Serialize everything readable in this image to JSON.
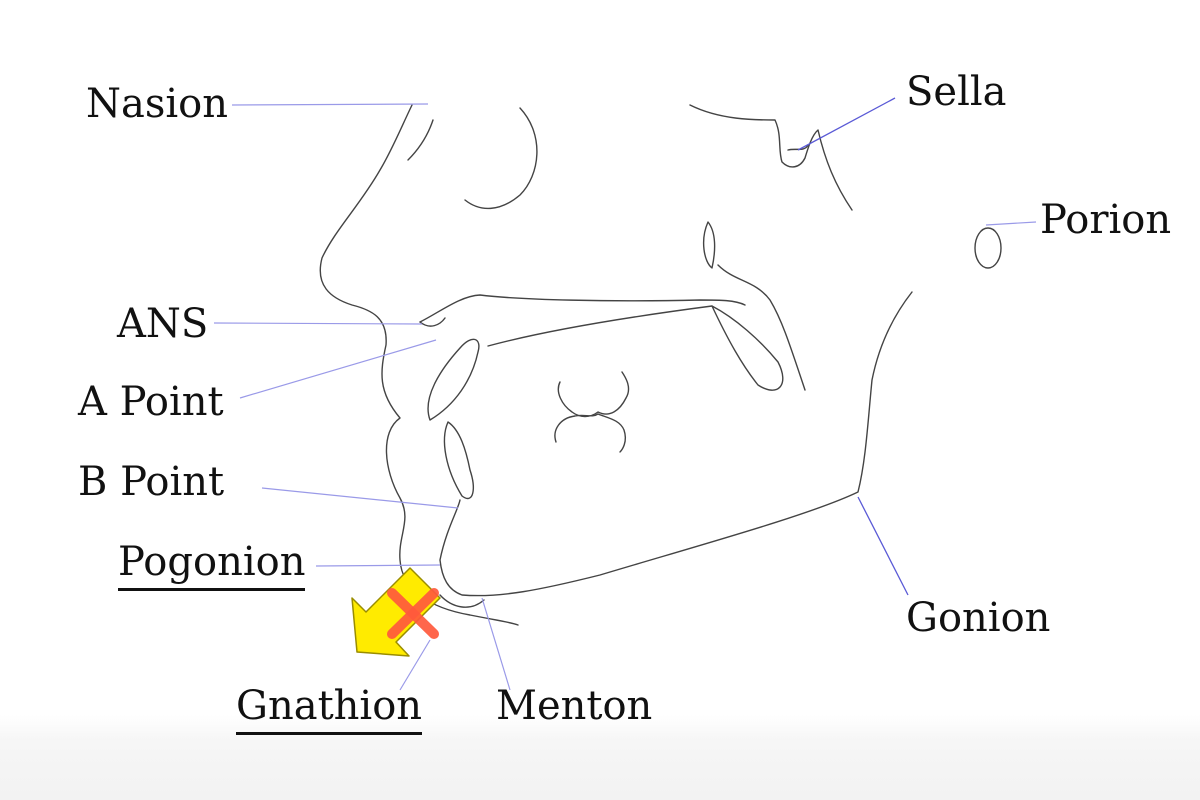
{
  "labels": {
    "nasion": "Nasion",
    "sella": "Sella",
    "porion": "Porion",
    "ans": "ANS",
    "a_point": "A Point",
    "b_point": "B Point",
    "pogonion": "Pogonion",
    "gonion": "Gonion",
    "gnathion": "Gnathion",
    "menton": "Menton"
  },
  "colors": {
    "leader_line": "#9a9ae8",
    "tracing": "#444444",
    "arrow_fill": "#ffeb00",
    "cross_mark": "#ff5a3c"
  },
  "icons": {
    "direction_arrow": "arrow-down-left-icon",
    "cross_mark": "x-mark-icon"
  }
}
